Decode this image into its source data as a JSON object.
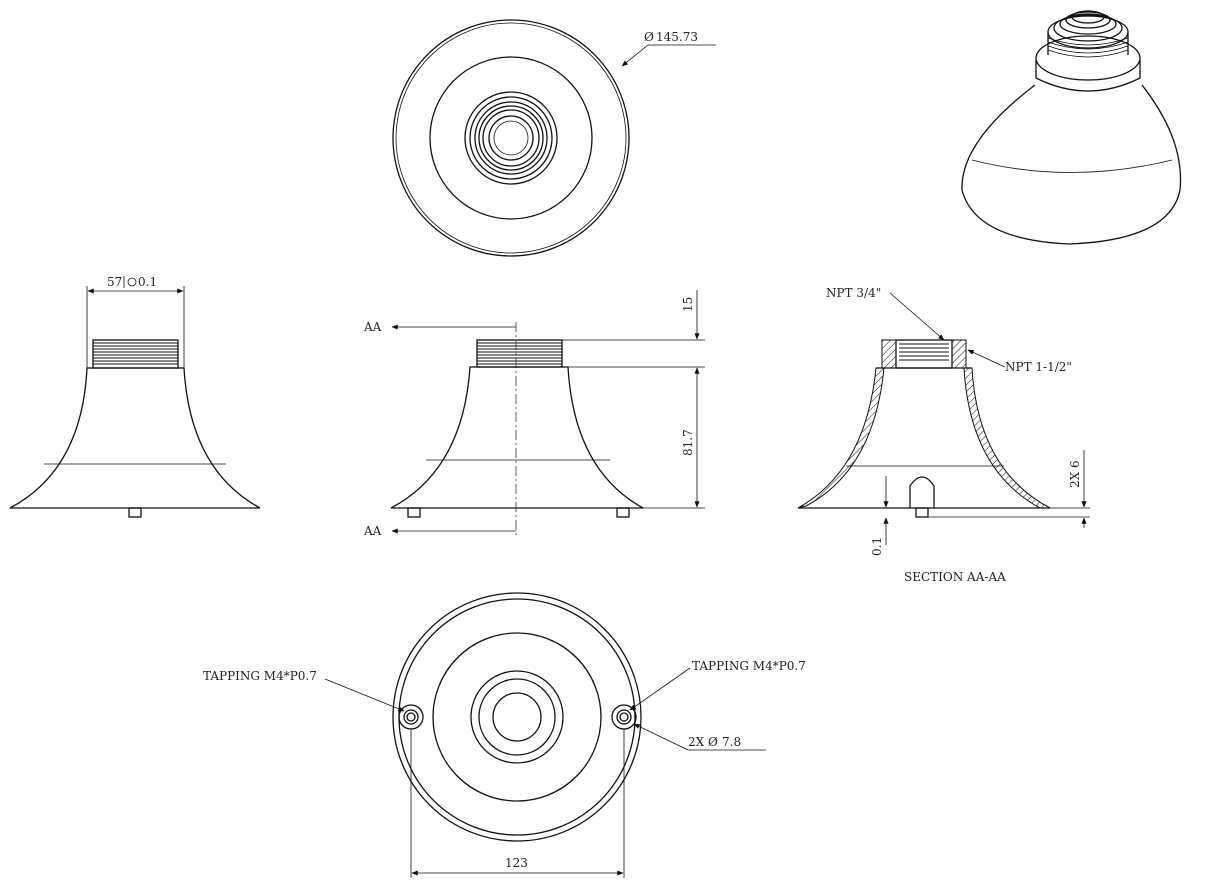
{
  "colors": {
    "line": "#111111",
    "background": "#ffffff"
  },
  "views": {
    "top": {
      "diameter_label": "145.73",
      "diameter_prefix": "Ø"
    },
    "left_elevation": {
      "top_width_label": "57",
      "tolerance_label": "0.1"
    },
    "front": {
      "cut_top_label": "AA",
      "cut_bottom_label": "AA",
      "height_thread_label": "15",
      "height_body_label": "81.7"
    },
    "section": {
      "thread_inner_label": "NPT 3/4\"",
      "thread_outer_label": "NPT 1-1/2\"",
      "hole_depth_label": "2X 6",
      "foot_label": "0.1",
      "section_title": "SECTION  AA-AA"
    },
    "bottom": {
      "tapping_left_label": "TAPPING M4*P0.7",
      "tapping_right_label": "TAPPING M4*P0.7",
      "hole_label_prefix": "2X",
      "hole_diameter_symbol": "Ø",
      "hole_diameter_value": "7.8",
      "width_label": "123"
    }
  }
}
